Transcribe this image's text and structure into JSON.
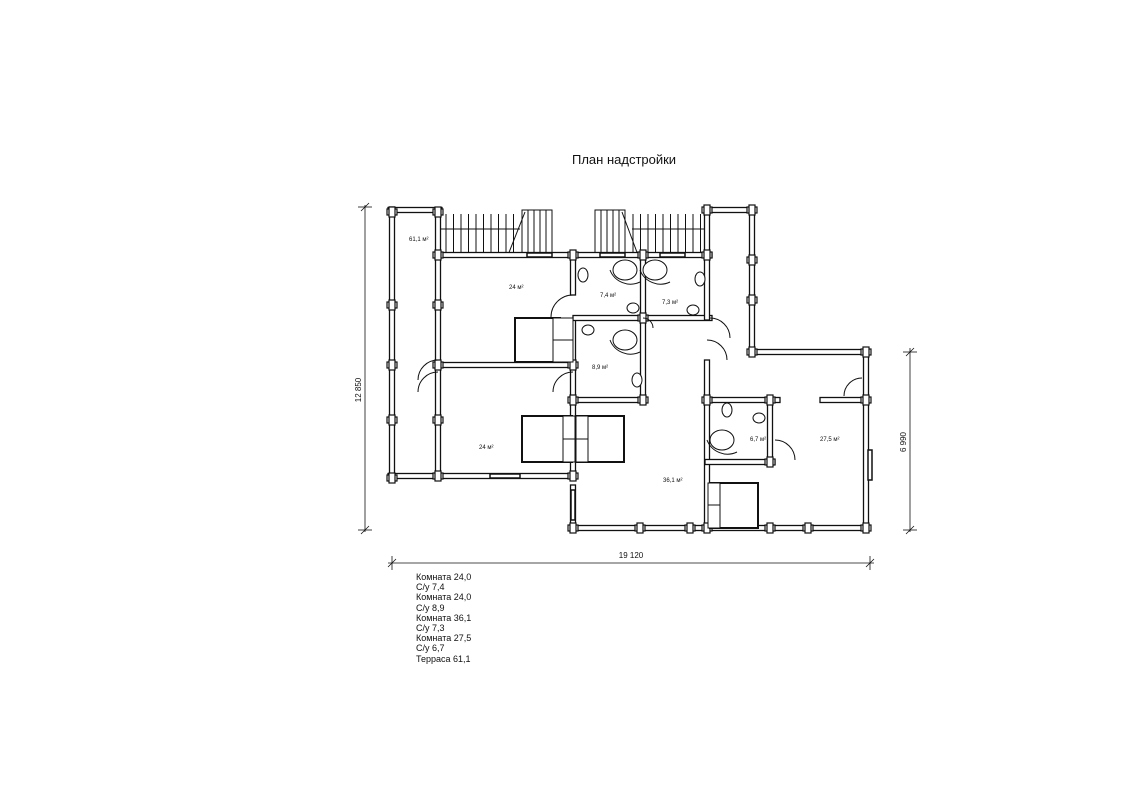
{
  "title": "План надстройки",
  "rooms": [
    {
      "label": "61,1 м²"
    },
    {
      "label": "24 м²"
    },
    {
      "label": "7,4 м²"
    },
    {
      "label": "7,3 м²"
    },
    {
      "label": "8,9 м²"
    },
    {
      "label": "24 м²"
    },
    {
      "label": "36,1 м²"
    },
    {
      "label": "6,7 м²"
    },
    {
      "label": "27,5 м²"
    }
  ],
  "dimensions": {
    "height_total": "12 850",
    "height_right": "6 990",
    "width_total": "19 120"
  },
  "legend": [
    "Комната 24,0",
    "С/у 7,4",
    "Комната 24,0",
    "С/у 8,9",
    "Комната 36,1",
    "С/у 7,3",
    "Комната 27,5",
    "С/у 6,7",
    "Терраса 61,1"
  ]
}
